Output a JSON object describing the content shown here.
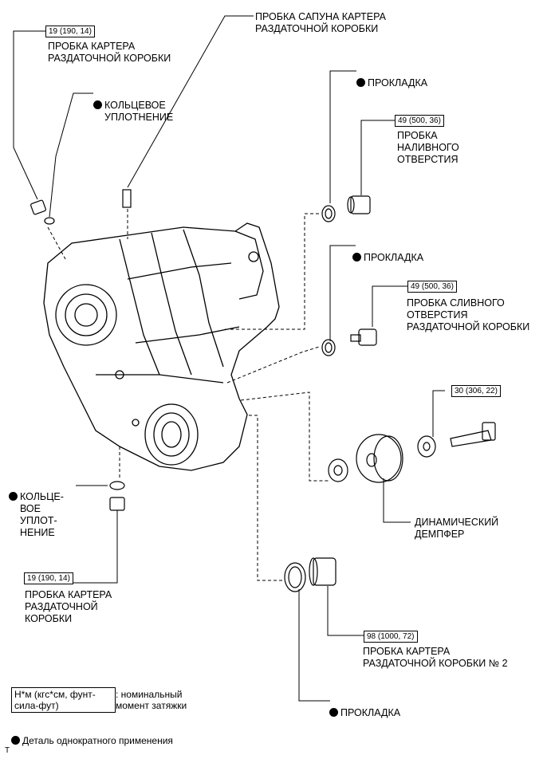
{
  "labels": {
    "plug_upper_left": "ПРОБКА КАРТЕРА\nРАЗДАТОЧНОЙ КОРОБКИ",
    "oring_upper": "КОЛЬЦЕВОЕ\nУПЛОТНЕНИЕ",
    "breather_plug": "ПРОБКА САПУНА КАРТЕРА\nРАЗДАТОЧНОЙ КОРОБКИ",
    "gasket_1": "ПРОКЛАДКА",
    "fill_plug": "ПРОБКА\nНАЛИВНОГО\nОТВЕРСТИЯ",
    "gasket_2": "ПРОКЛАДКА",
    "drain_plug": "ПРОБКА СЛИВНОГО\nОТВЕРСТИЯ\nРАЗДАТОЧНОЙ КОРОБКИ",
    "oring_lower": "КОЛЬЦЕ-\nВОЕ\nУПЛОТ-\nНЕНИЕ",
    "dynamic_damper": "ДИНАМИЧЕСКИЙ\nДЕМПФЕР",
    "plug_lower_left": "ПРОБКА КАРТЕРА\nРАЗДАТОЧНОЙ\nКОРОБКИ",
    "plug_no2": "ПРОБКА КАРТЕРА\nРАЗДАТОЧНОЙ КОРОБКИ № 2",
    "gasket_3": "ПРОКЛАДКА"
  },
  "torques": {
    "upper_left": "19 (190, 14)",
    "fill": "49 (500, 36)",
    "drain": "49 (500, 36)",
    "damper_bolt": "30 (306, 22)",
    "lower_left": "19 (190, 14)",
    "plug_no2": "98 (1000, 72)"
  },
  "legend": {
    "unit_box": "Н*м (кгс*см, фунт-\nсила-фут)",
    "unit_desc": ": номинальный\nмомент затяжки",
    "single_use": "Деталь однократного применения"
  },
  "corner_mark": "T"
}
